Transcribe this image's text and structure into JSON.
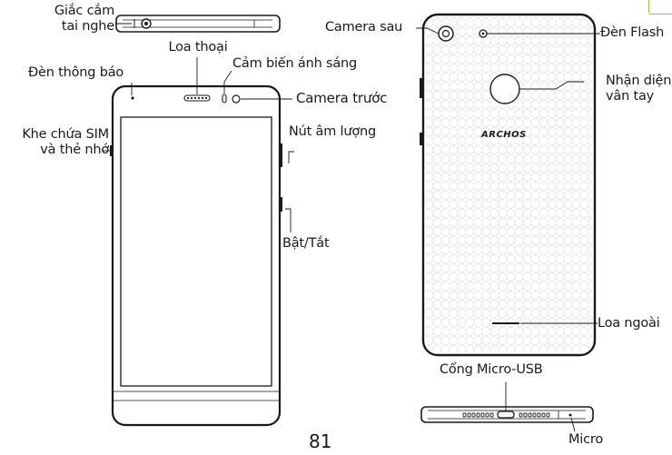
{
  "labels": {
    "headphone_jack": "Giắc cắm\ntai nghe",
    "earpiece": "Loa thoại",
    "notification_led": "Đèn thông báo",
    "light_sensor": "Cảm biến ánh sáng",
    "front_camera": "Camera trước",
    "sim_slot": "Khe chứa SIM\nvà thẻ nhớ",
    "volume": "Nút âm lượng",
    "power": "Bật/Tắt",
    "rear_camera": "Camera sau",
    "flash": "Đèn Flash",
    "fingerprint": "Nhận diện\nvân tay",
    "speaker": "Loa ngoài",
    "usb": "Cổng Micro-USB",
    "mic": "Micro"
  },
  "brand": "ARCHOS",
  "page_number": "81",
  "colors": {
    "outline": "#1a1a1a",
    "body_fill": "#ffffff",
    "texture": "#d9d9d9",
    "accent": "#8cc63f"
  }
}
